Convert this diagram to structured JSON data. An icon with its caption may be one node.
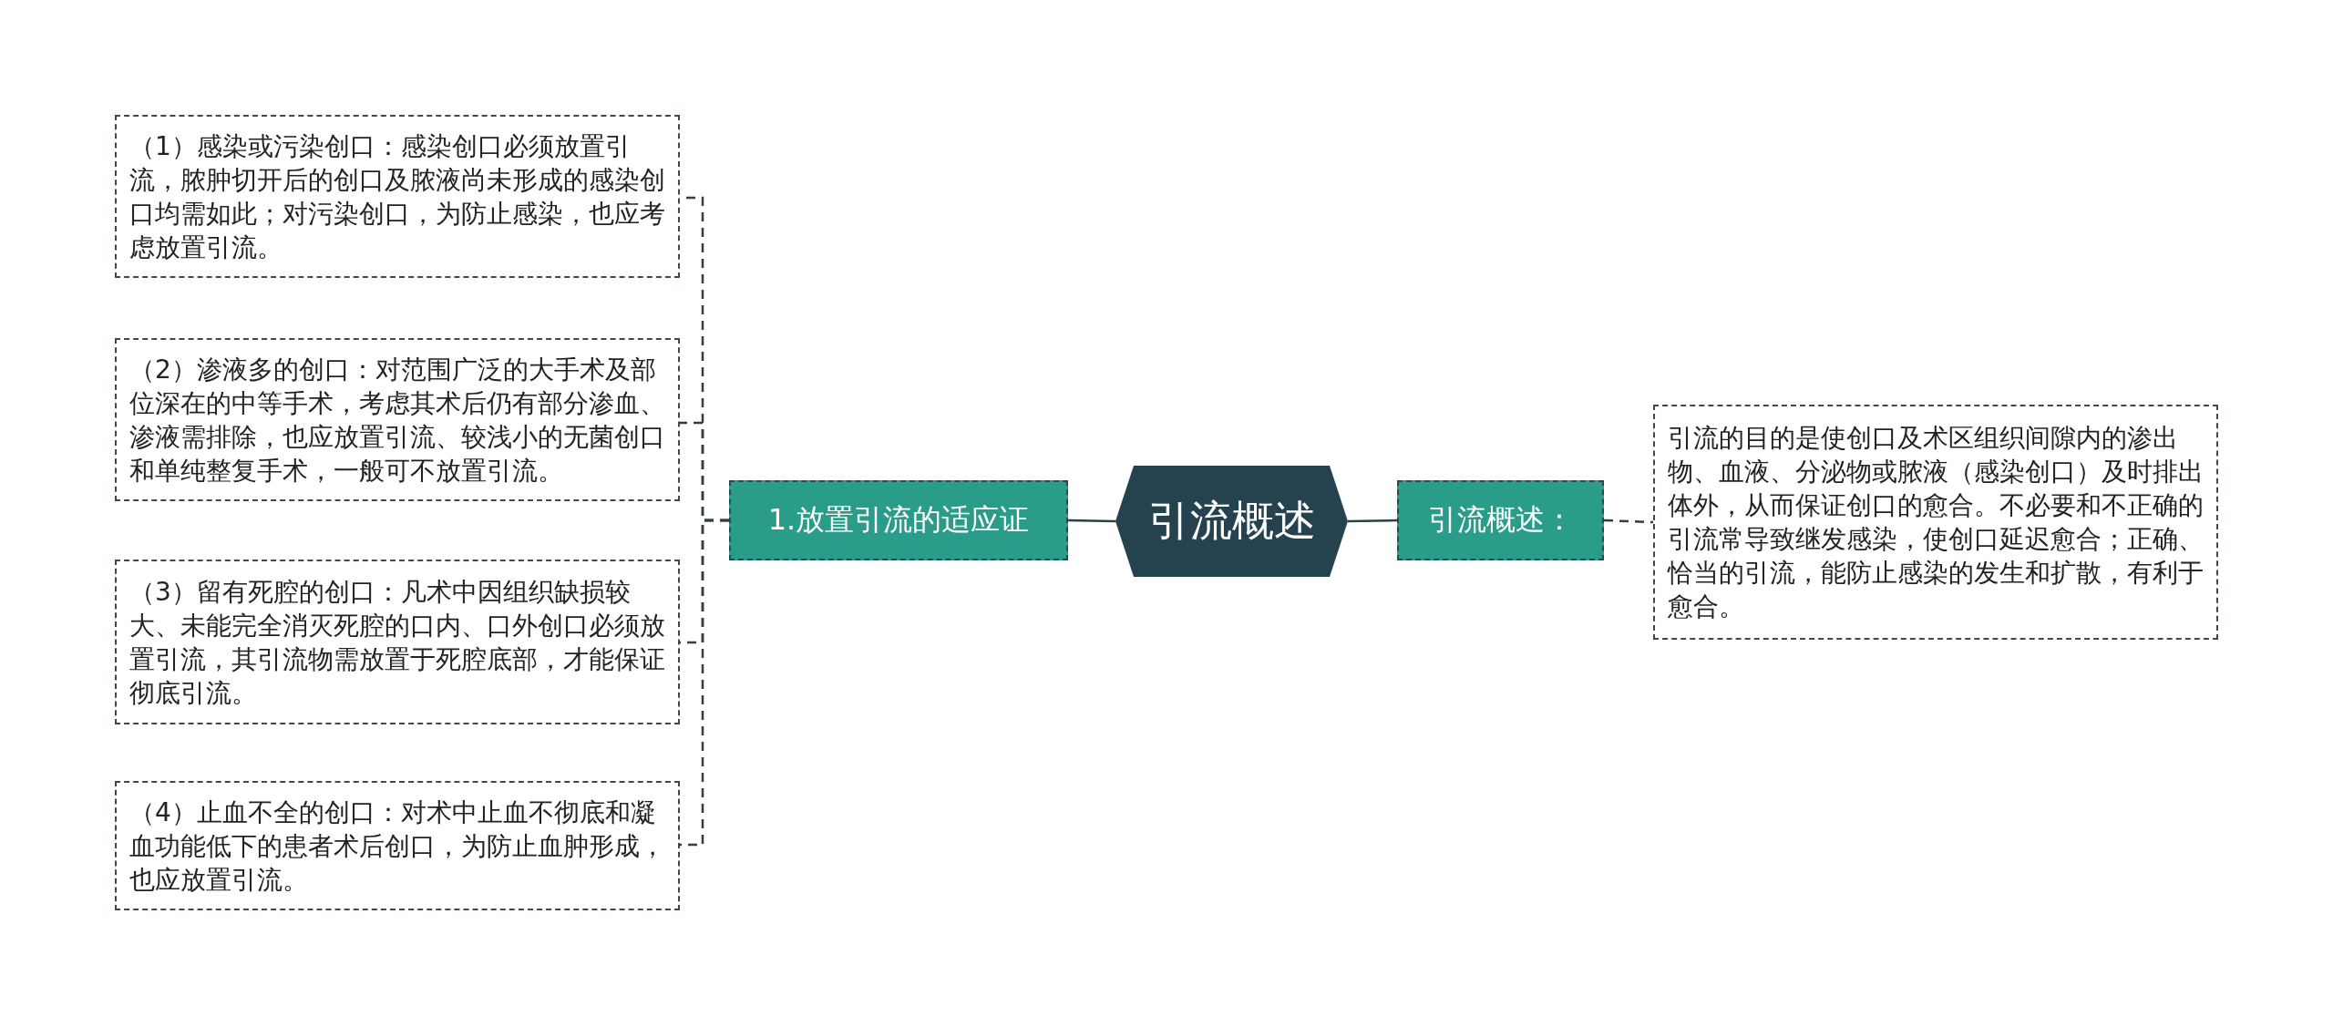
{
  "diagram": {
    "nodes": [
      {
        "text": [
          "引流概述"
        ]
      },
      {
        "text": [
          "1.放置引流的适应证"
        ]
      },
      {
        "text": [
          "（1）感染或污染创口：感染创口必须放置引流，脓肿切开后的创口及脓液尚未形成的感染创口均需如此；对污染创口，为防止感染，也应考虑放置引流。"
        ]
      },
      {
        "text": [
          "（2）渗液多的创口：对范围广泛的大手术及部位深在的中等手术，考虑其术后仍有部分渗血、渗液需排除，也应放置引流、较浅小的无菌创口和单纯整复手术，一般可不放置引流。"
        ]
      },
      {
        "text": [
          "（3）留有死腔的创口：凡术中因组织缺损较大、未能完全消灭死腔的口内、口外创口必须放置引流，其引流物需放置于死腔底部，才能保证彻底引流。"
        ]
      },
      {
        "text": [
          "（4）止血不全的创口：对术中止血不彻底和凝血功能低下的患者术后创口，为防止血肿形成，也应放置引流。"
        ]
      },
      {
        "text": [
          "引流概述："
        ]
      },
      {
        "text": [
          "引流的目的是使创口及术区组织间隙内的渗出物、血液、分泌物或脓液（感染创口）及时排出体外，从而保证创口的愈合。不必要和不正确的引流常导致继发感染，使创口延迟愈合；正确、恰当的引流，能防止感染的发生和扩散，有利于愈合。"
        ]
      }
    ],
    "edges": [
      {
        "from": 0,
        "to": 1,
        "arrow": "none"
      },
      {
        "from": 1,
        "to": 2,
        "arrow": "none",
        "style": "dashed"
      },
      {
        "from": 1,
        "to": 3,
        "arrow": "none",
        "style": "dashed"
      },
      {
        "from": 1,
        "to": 4,
        "arrow": "none",
        "style": "dashed"
      },
      {
        "from": 1,
        "to": 5,
        "arrow": "none",
        "style": "dashed"
      },
      {
        "from": 0,
        "to": 6,
        "arrow": "none"
      },
      {
        "from": 6,
        "to": 7,
        "arrow": "none",
        "style": "dashed"
      }
    ]
  }
}
